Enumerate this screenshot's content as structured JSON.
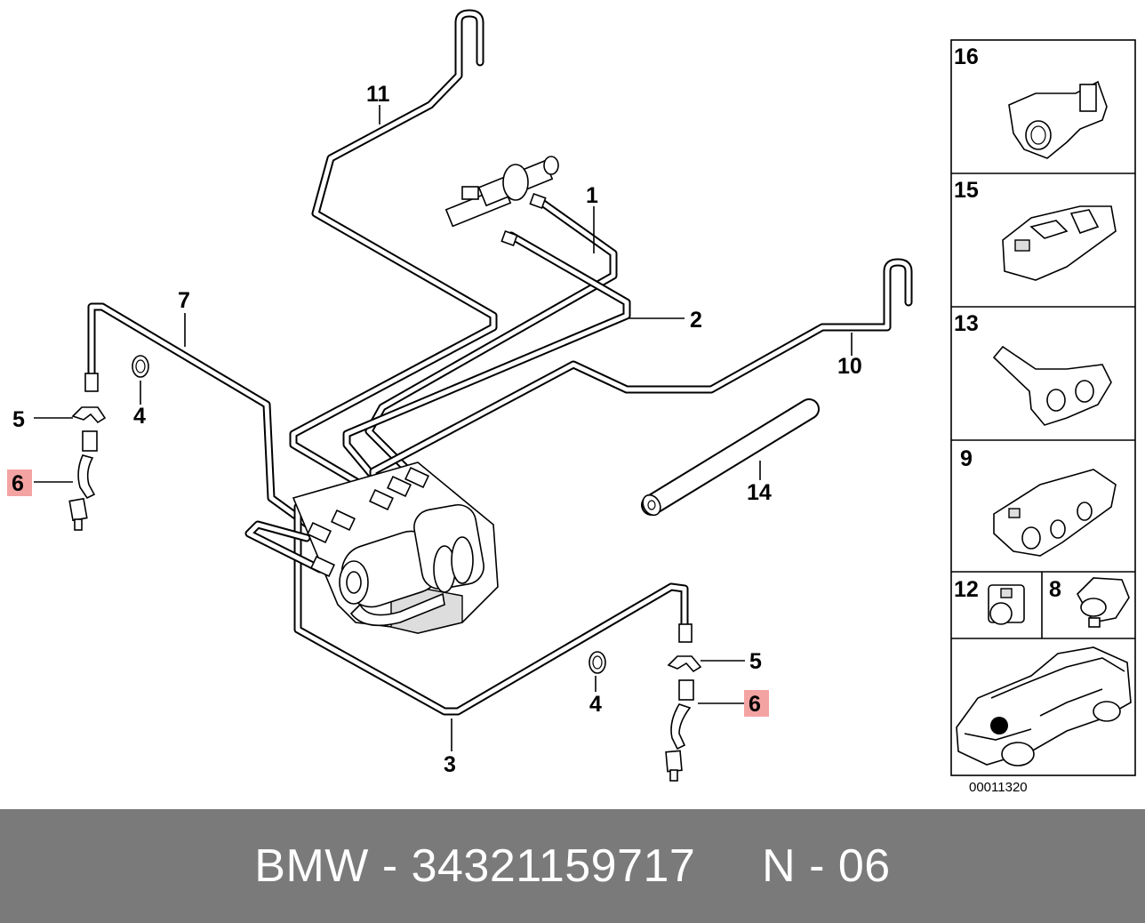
{
  "labels": {
    "l1": "1",
    "l2": "2",
    "l3": "3",
    "l4a": "4",
    "l4b": "4",
    "l5a": "5",
    "l5b": "5",
    "l6a": "6",
    "l6b": "6",
    "l7": "7",
    "l10": "10",
    "l11": "11",
    "l14": "14"
  },
  "insets": {
    "i16": "16",
    "i15": "15",
    "i13": "13",
    "i9": "9",
    "i12": "12",
    "i8": "8"
  },
  "diagram_code": "00011320",
  "highlight_color": "#f4a3a3",
  "footer": {
    "text": "BMW - 34321159717     N - 06"
  }
}
